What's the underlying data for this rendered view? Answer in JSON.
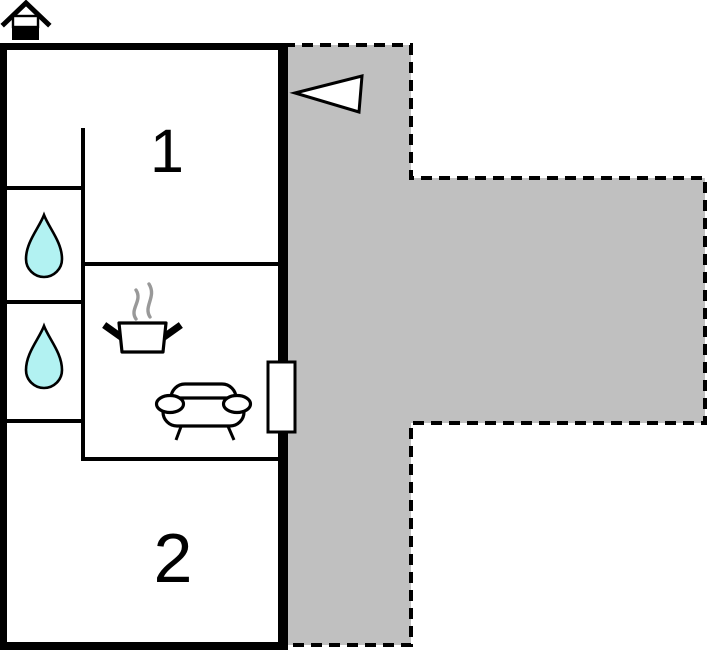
{
  "plan": {
    "type": "vacation-home-floor-plan",
    "rooms": [
      {
        "label": "1"
      },
      {
        "label": "2"
      }
    ],
    "icons": {
      "north_house": "house-icon",
      "entrance": "entrance-arrow-icon",
      "bathroom": "water-drop-icon",
      "kitchen": "cooking-pot-icon",
      "living": "sofa-icon",
      "door": "door-leaf"
    },
    "colors": {
      "terrace": "#c0c0c0",
      "water": "#b2f2f2",
      "steam": "#999999",
      "outline": "#000000",
      "background": "#ffffff"
    }
  }
}
